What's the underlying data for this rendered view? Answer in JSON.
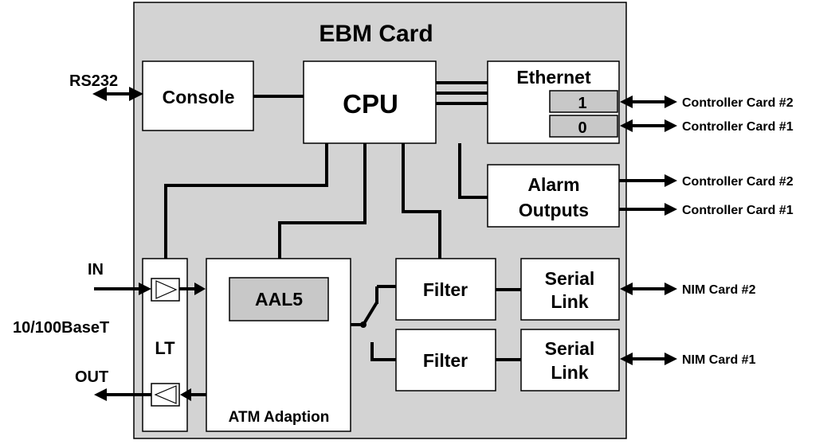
{
  "card_title": "EBM Card",
  "blocks": {
    "console": "Console",
    "cpu": "CPU",
    "ethernet": "Ethernet",
    "eth_port_1": "1",
    "eth_port_0": "0",
    "alarm_line1": "Alarm",
    "alarm_line2": "Outputs",
    "lt": "LT",
    "aal5": "AAL5",
    "atm_adaption": "ATM Adaption",
    "filter_top": "Filter",
    "filter_bottom": "Filter",
    "serial_top_line1": "Serial",
    "serial_top_line2": "Link",
    "serial_bottom_line1": "Serial",
    "serial_bottom_line2": "Link"
  },
  "external": {
    "rs232": "RS232",
    "in": "IN",
    "out": "OUT",
    "base_t": "10/100BaseT",
    "eth1_dest": "Controller Card #2",
    "eth0_dest": "Controller Card #1",
    "alarm1_dest": "Controller Card #2",
    "alarm2_dest": "Controller Card #1",
    "nim2": "NIM Card #2",
    "nim1": "NIM Card #1"
  },
  "colors": {
    "card_fill": "#d3d3d3",
    "block_fill": "#ffffff",
    "port_fill": "#c8c8c8",
    "line": "#000000"
  }
}
